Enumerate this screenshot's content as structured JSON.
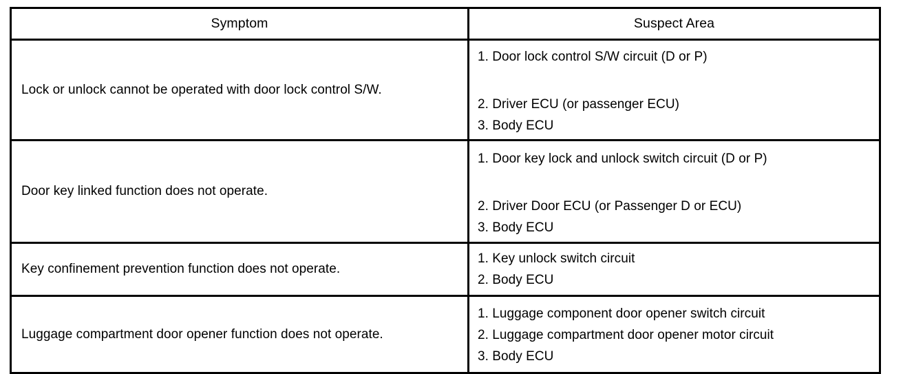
{
  "table": {
    "columns": [
      {
        "key": "symptom",
        "header": "Symptom"
      },
      {
        "key": "suspect",
        "header": "Suspect Area"
      }
    ],
    "rows": [
      {
        "symptom": "Lock or unlock cannot be operated with door lock control S/W.",
        "suspect_items": [
          "1. Door lock control S/W circuit (D or P)",
          "2. Driver ECU (or passenger ECU)",
          "3. Body ECU"
        ]
      },
      {
        "symptom": "Door key linked function does not operate.",
        "suspect_items": [
          "1. Door key lock and unlock switch circuit (D or P)",
          "2. Driver Door ECU (or Passenger D or ECU)",
          "3. Body ECU"
        ]
      },
      {
        "symptom": "Key confinement prevention function does not operate.",
        "suspect_items": [
          "1. Key unlock switch circuit",
          "2. Body ECU"
        ]
      },
      {
        "symptom": "Luggage compartment door opener function does not operate.",
        "suspect_items": [
          "1. Luggage component door opener switch circuit",
          "2. Luggage compartment door opener motor circuit",
          "3. Body ECU"
        ]
      }
    ]
  },
  "colors": {
    "border": "#000000",
    "text": "#000000",
    "background": "#ffffff"
  }
}
